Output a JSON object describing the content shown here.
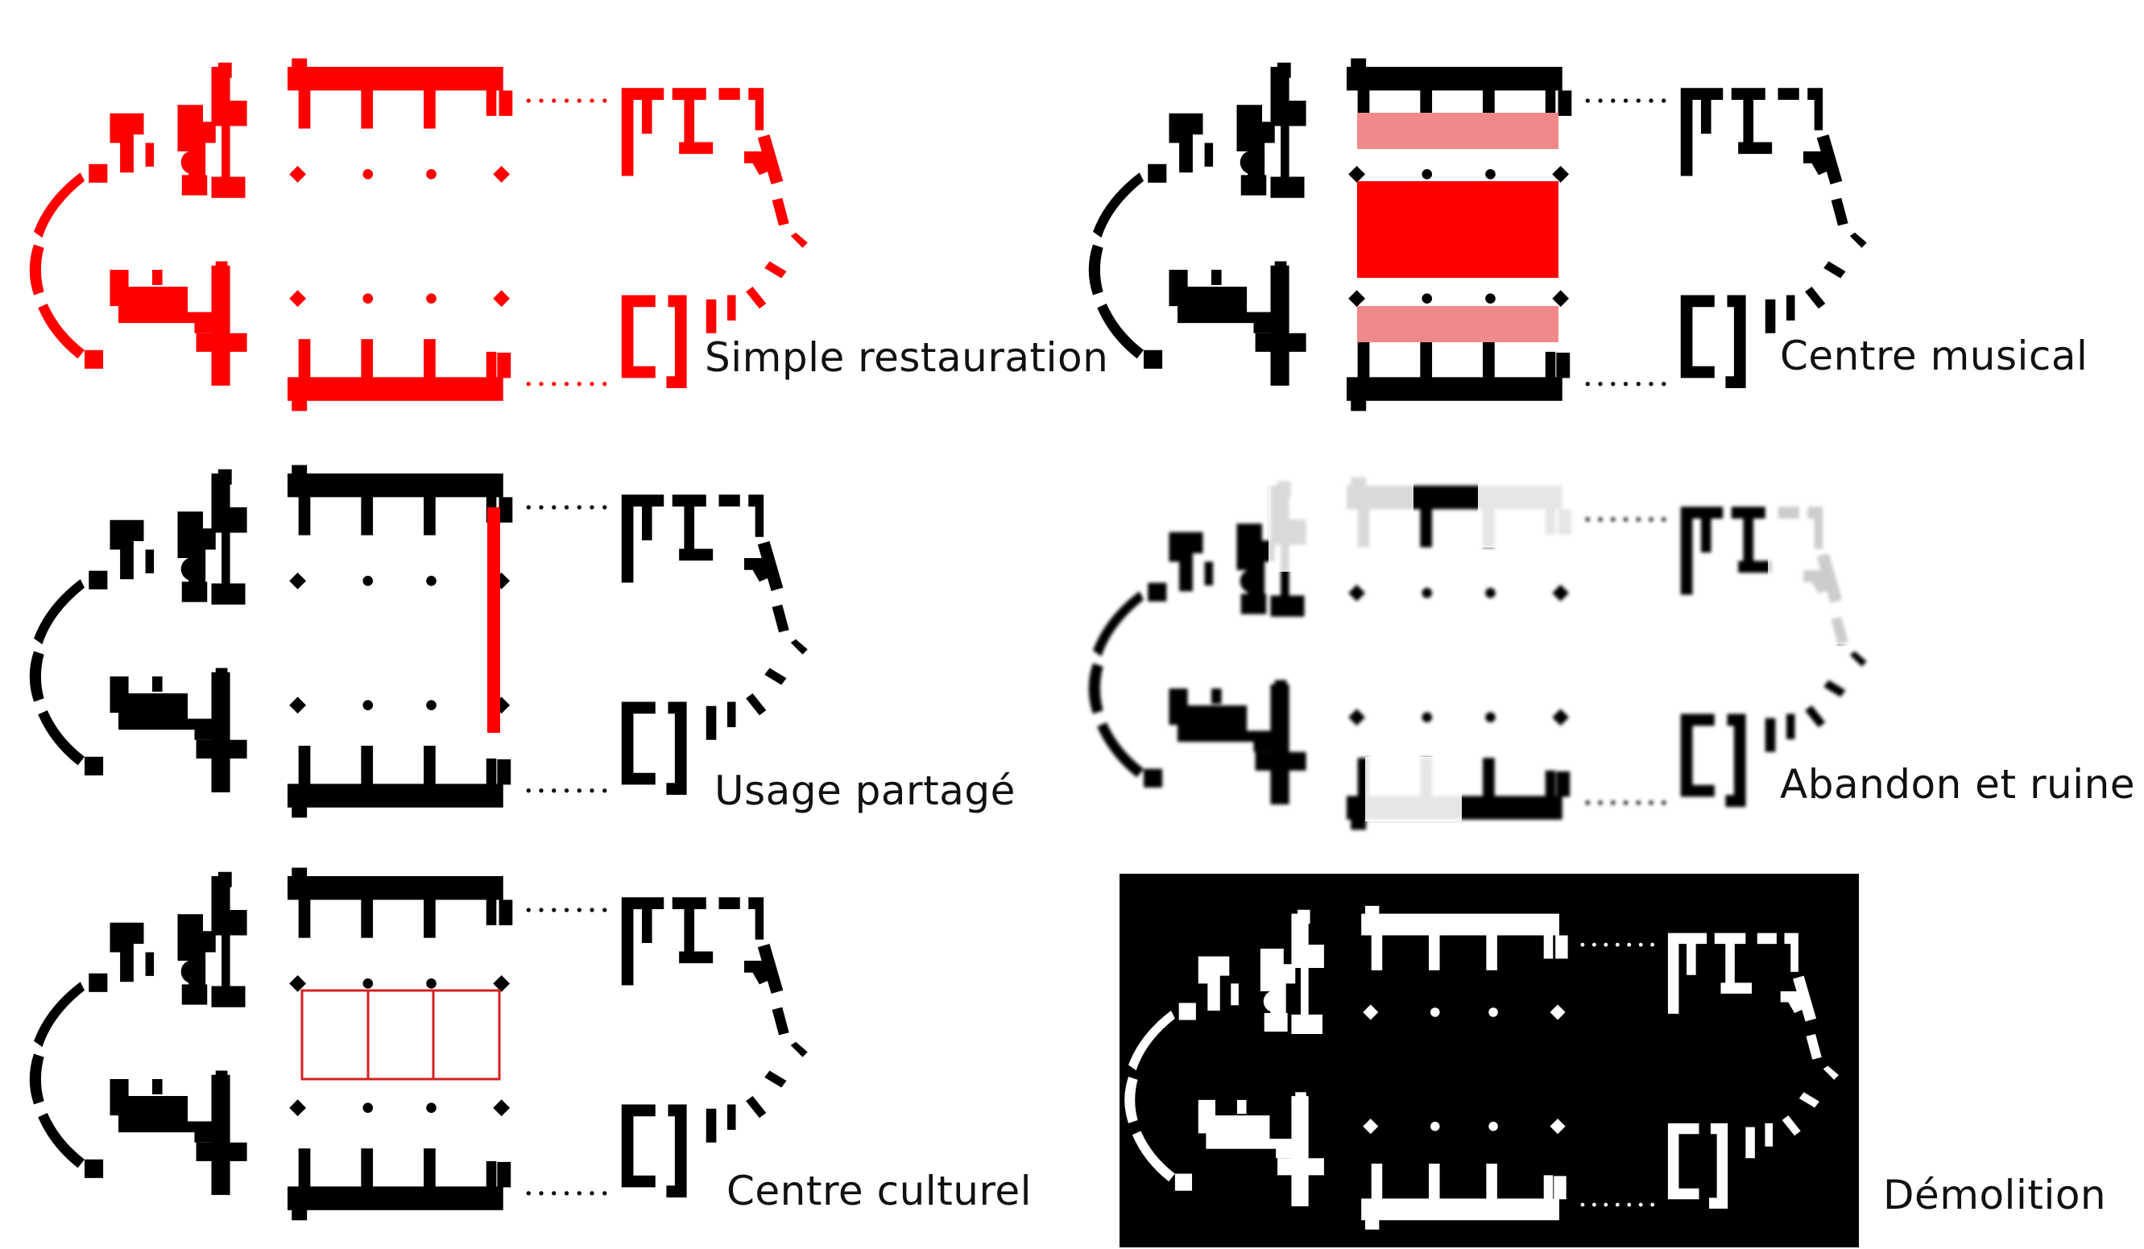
{
  "colors": {
    "ink": "#000000",
    "accent": "#ff0000",
    "accent_light": "#f08a8a",
    "paper": "#ffffff"
  },
  "panels": [
    {
      "id": "restauration",
      "caption": "Simple restauration",
      "style": "all-red"
    },
    {
      "id": "musical",
      "caption": "Centre musical",
      "style": "nave-bands"
    },
    {
      "id": "partage",
      "caption": "Usage partagé",
      "style": "red-divider"
    },
    {
      "id": "ruine",
      "caption": "Abandon et ruine",
      "style": "faded"
    },
    {
      "id": "culturel",
      "caption": "Centre culturel",
      "style": "red-boxes"
    },
    {
      "id": "demolition",
      "caption": "Démolition",
      "style": "inverted"
    }
  ]
}
